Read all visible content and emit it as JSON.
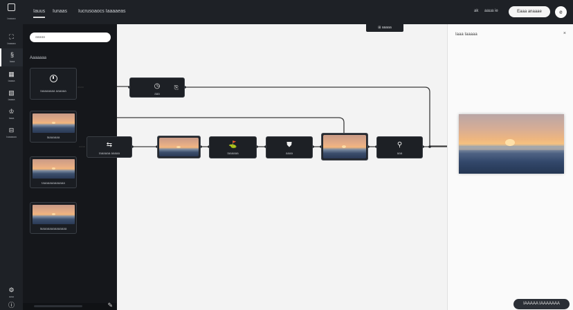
{
  "header": {
    "tabs": [
      {
        "label": "Iauus",
        "active": true
      },
      {
        "label": "Iunaas",
        "active": false
      },
      {
        "label": "Iucrusoaocs Iaaaaeas",
        "active": false
      }
    ],
    "zoom_label": "ak",
    "zoom_value": "aaua ie",
    "primary_button": "Eaaa anaaae",
    "avatar": "e"
  },
  "rail": {
    "logo_label": "Iaaaaa",
    "items": [
      {
        "glyph": "⛶",
        "label": "Iaaaaa",
        "active": false
      },
      {
        "glyph": "§",
        "label": "Iaaa",
        "active": true
      },
      {
        "glyph": "▦",
        "label": "Iaaaa",
        "active": false
      },
      {
        "glyph": "▧",
        "label": "Iaaaa",
        "active": false
      },
      {
        "glyph": "♔",
        "label": "Iaaa",
        "active": false
      },
      {
        "glyph": "⊟",
        "label": "Iaaaaaa",
        "active": false
      }
    ],
    "bottom_item": {
      "glyph": "⚙",
      "label": "aaa"
    },
    "bottom_avatar": "ⓘ"
  },
  "library": {
    "search_placeholder": "aaaaa",
    "section_title": "Aaaaaaa",
    "cards": [
      {
        "type": "timer",
        "label": "Iaaaaaaaa aaaaaa"
      },
      {
        "type": "image",
        "label": "Iaaaaaaa"
      },
      {
        "type": "image",
        "label": "Iaaaaaaaaaaaaa"
      },
      {
        "type": "image",
        "label": "Iaaaaaaaaaaaaaaa"
      }
    ]
  },
  "canvas": {
    "tool_chip": "⊞ aaaaa",
    "port_labels": [
      "aaaa",
      "aaaa"
    ],
    "nodes": [
      {
        "id": "n1",
        "icon": "◷",
        "label": "aaa",
        "kind": "icon"
      },
      {
        "id": "n2",
        "icon": "⇆",
        "label": "Iaaaaaa aaaaa",
        "kind": "icon"
      },
      {
        "id": "n3",
        "icon": "",
        "label": "",
        "kind": "image"
      },
      {
        "id": "n4",
        "icon": "⛳",
        "label": "Iaaaaaa",
        "kind": "icon"
      },
      {
        "id": "n5",
        "icon": "⛊",
        "label": "aaaa",
        "kind": "icon"
      },
      {
        "id": "n6",
        "icon": "",
        "label": "",
        "kind": "image"
      },
      {
        "id": "n7",
        "icon": "⚲",
        "label": "aaa",
        "kind": "icon"
      }
    ]
  },
  "preview": {
    "title": "Iaaa Iaaaaa",
    "close": "×",
    "export_button": "IAAAAA IAAAAAAA"
  }
}
